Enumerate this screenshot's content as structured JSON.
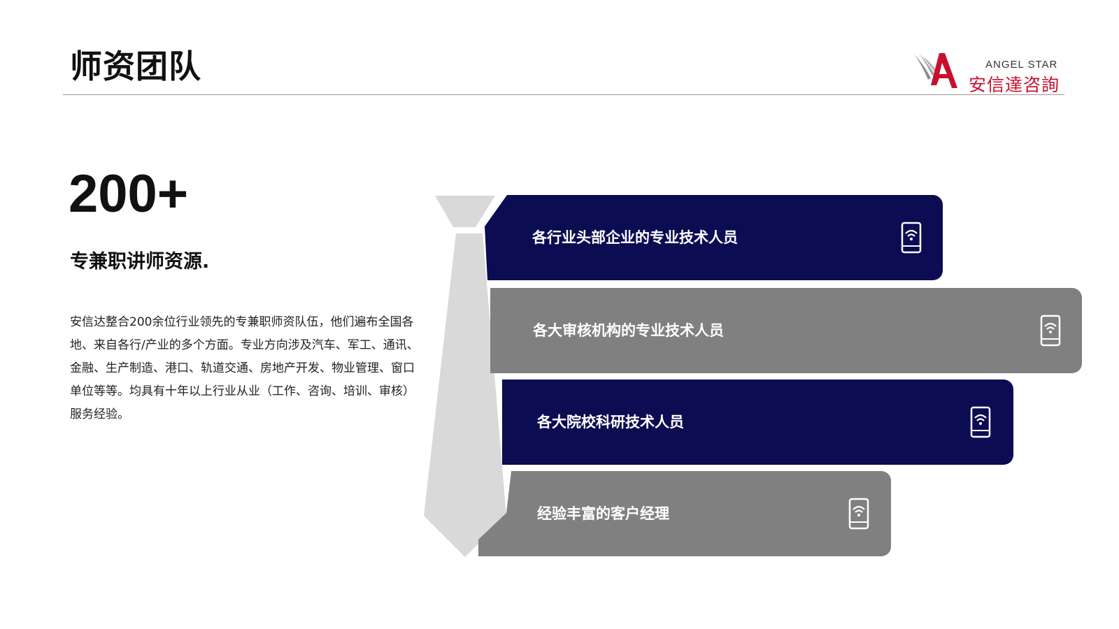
{
  "header": {
    "title": "师资团队"
  },
  "logo": {
    "english": "ANGEL STAR",
    "chinese": "安信達咨詢"
  },
  "stat": {
    "value": "200+",
    "subtitle": "专兼职讲师资源."
  },
  "description": "安信达整合200余位行业领先的专兼职师资队伍，他们遍布全国各地、来自各行/产业的多个方面。专业方向涉及汽车、军工、通讯、金融、生产制造、港口、轨道交通、房地产开发、物业管理、窗口单位等等。均具有十年以上行业从业（工作、咨询、培训、审核）服务经验。",
  "items": [
    {
      "label": "各行业头部企业的专业技术人员",
      "icon": "phone-wifi-icon"
    },
    {
      "label": "各大审核机构的专业技术人员",
      "icon": "phone-wifi-icon"
    },
    {
      "label": "各大院校科研技术人员",
      "icon": "phone-wifi-icon"
    },
    {
      "label": "经验丰富的客户经理",
      "icon": "phone-wifi-icon"
    }
  ],
  "colors": {
    "navy": "#0b0c52",
    "gray": "#808080",
    "tie": "#d9d9d9",
    "brand_red": "#c8102e"
  }
}
